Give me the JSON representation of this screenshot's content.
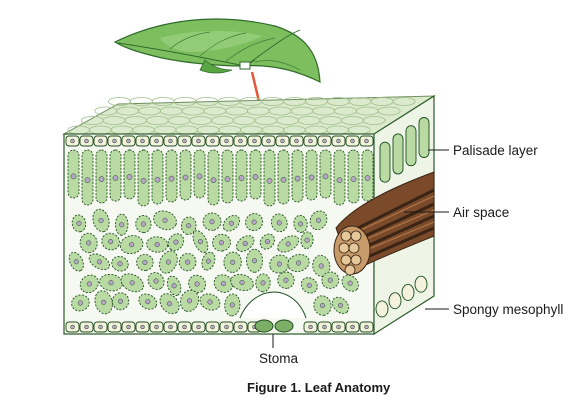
{
  "labels": {
    "palisade": "Palisade layer",
    "air_space": "Air space",
    "spongy": "Spongy mesophyll",
    "stoma": "Stoma"
  },
  "caption": "Figure 1. Leaf Anatomy",
  "colors": {
    "cell_fill": "#b9dba3",
    "cell_stroke": "#1f4d22",
    "epidermis_fill": "#f4f2dc",
    "cuticle": "#dbe9cd",
    "nucleus": "#b9a5c9",
    "leaf": "#7dbe5f",
    "leaf_dark": "#4e9a3f",
    "arrow": "#e8553a",
    "vein_brown": "#7a4a2a",
    "vein_dark": "#3a2415",
    "vein_tan": "#e6c79a"
  }
}
